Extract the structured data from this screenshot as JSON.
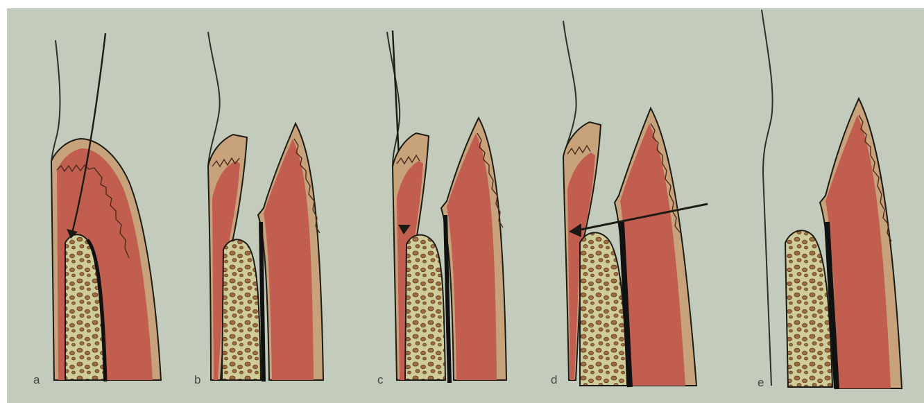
{
  "figure": {
    "panels": [
      {
        "id": "a",
        "label": "a"
      },
      {
        "id": "b",
        "label": "b"
      },
      {
        "id": "c",
        "label": "c"
      },
      {
        "id": "d",
        "label": "d"
      },
      {
        "id": "e",
        "label": "e"
      }
    ]
  },
  "colors": {
    "background": "#c3cbbd",
    "gingiva": "#c25e4f",
    "gingiva_dark": "#a64839",
    "epithelium": "#c8a27a",
    "bone": "#cfcc9a",
    "bone_pores": "#9e6c40",
    "outline": "#1c1a14",
    "tooth_line": "#2c2f2a"
  }
}
